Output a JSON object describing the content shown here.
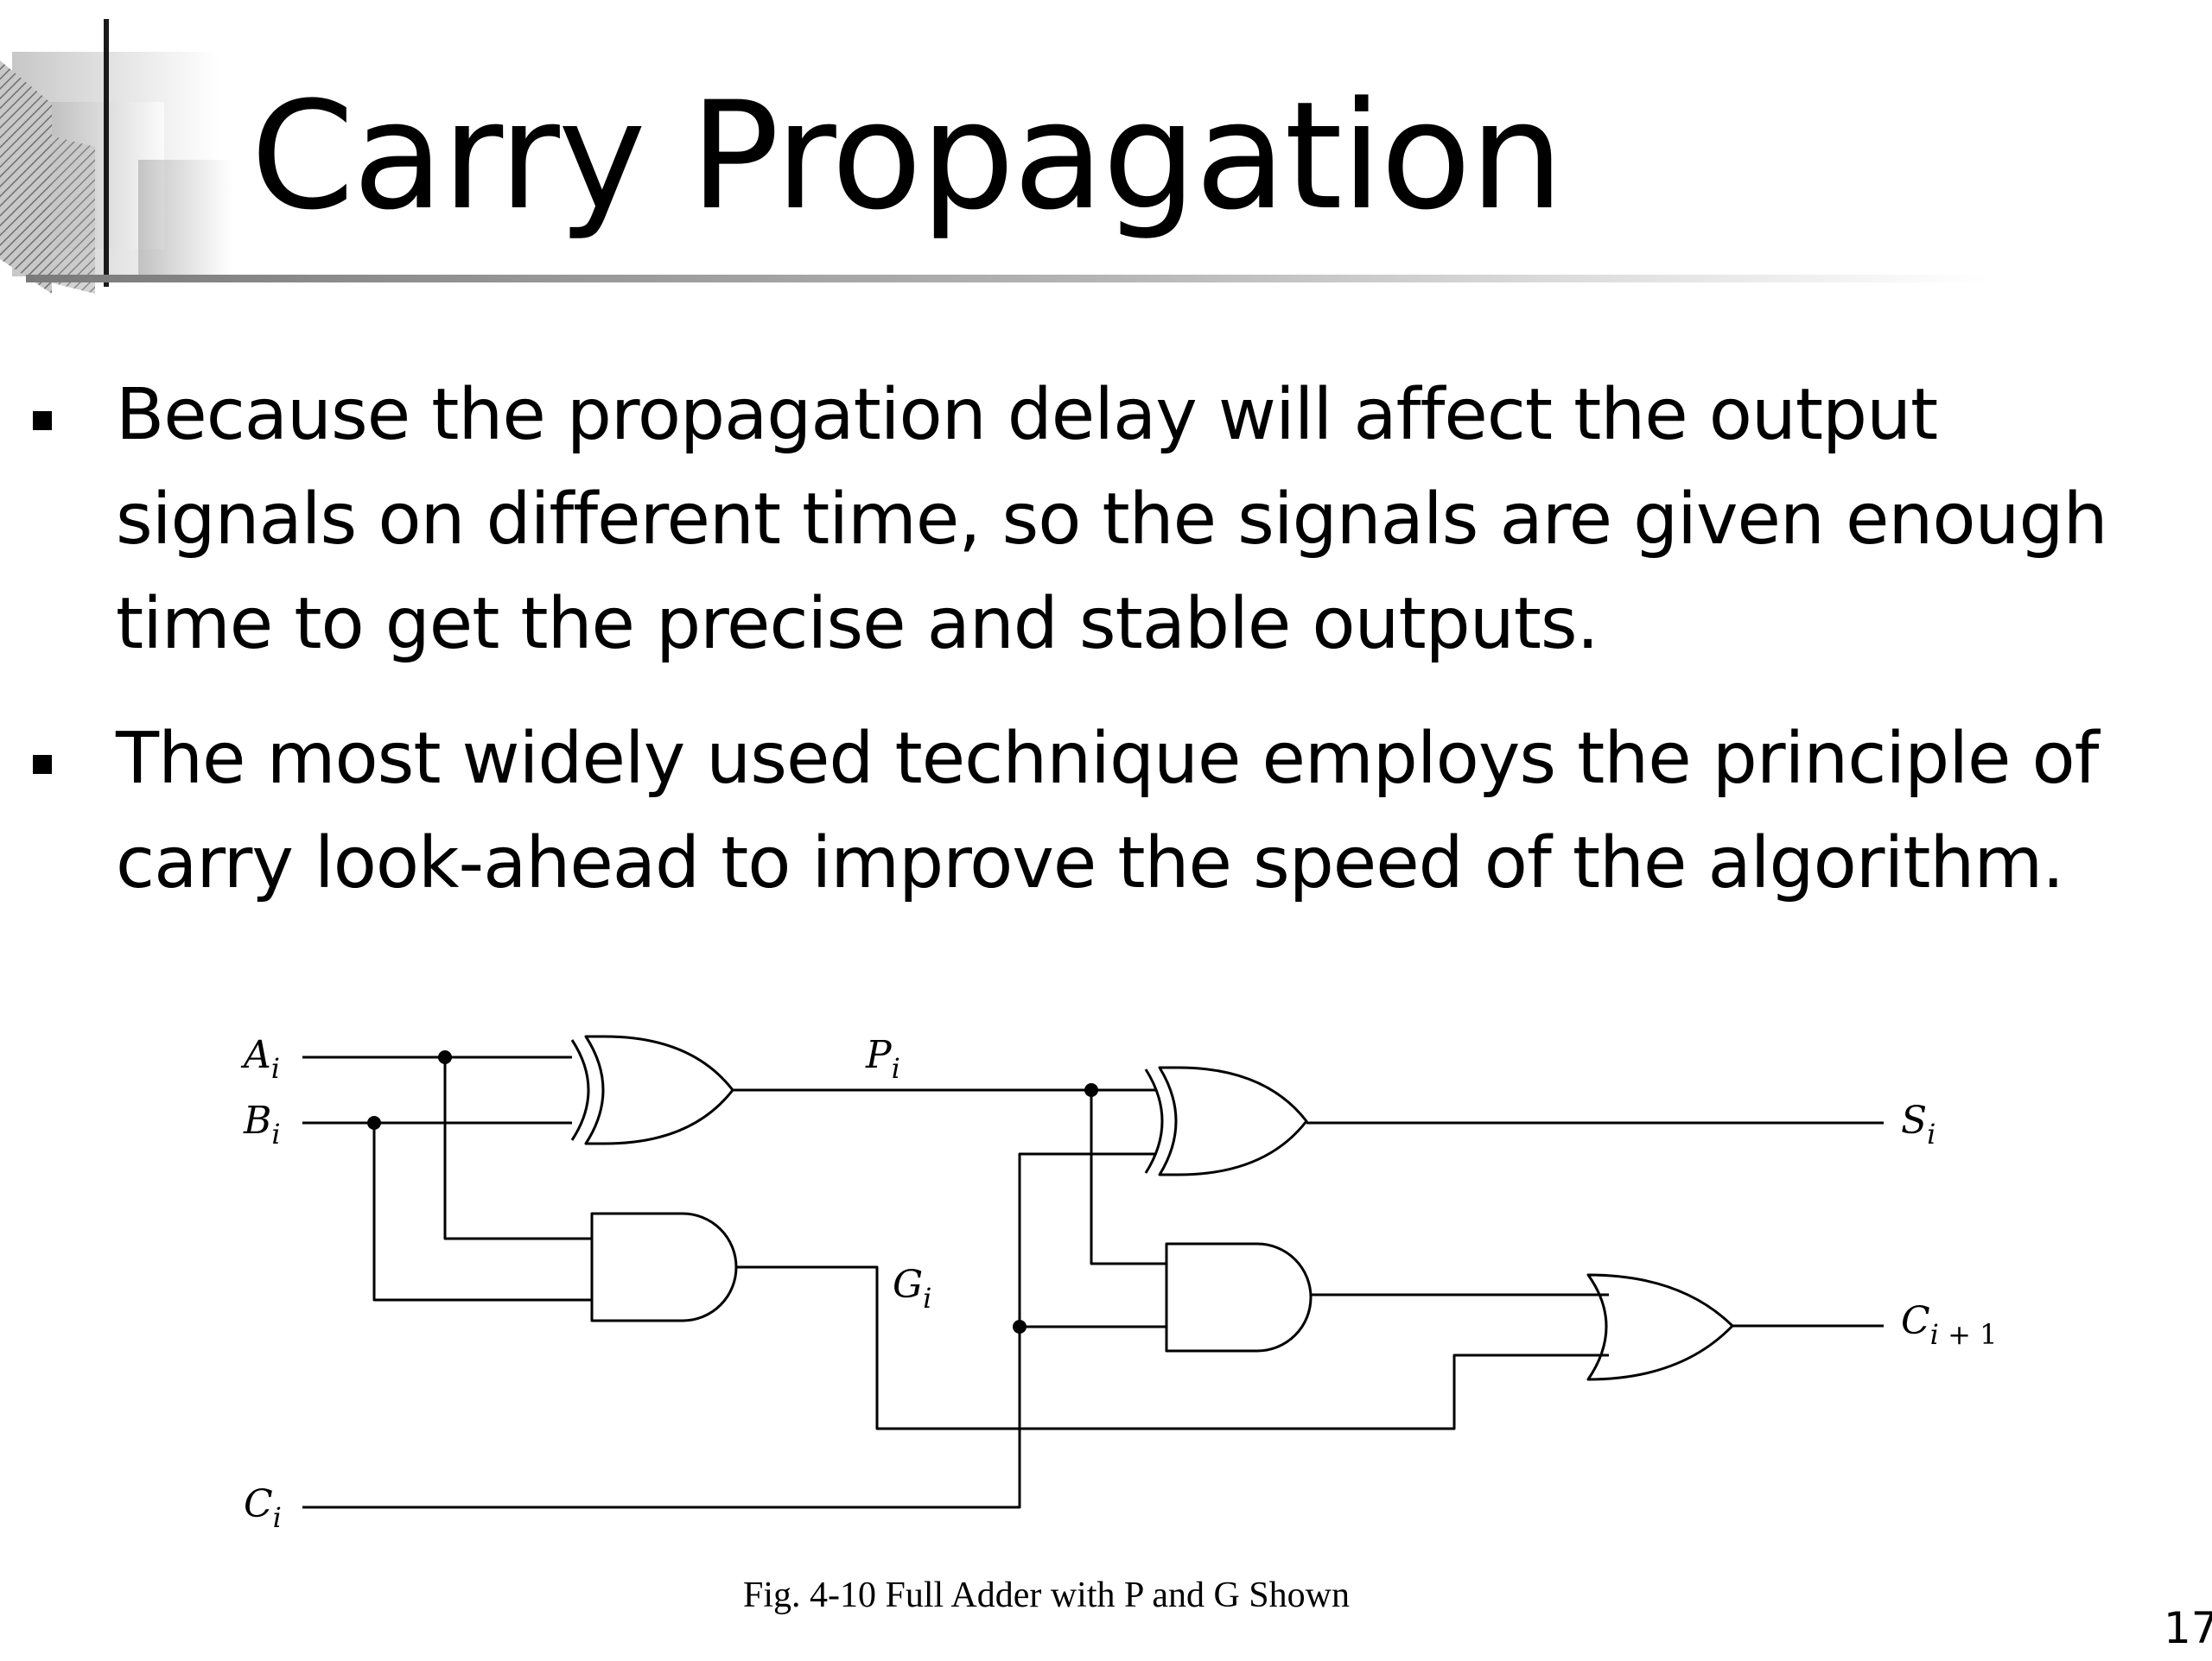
{
  "slide": {
    "title": "Carry Propagation",
    "bullets": [
      "Because the propagation delay will affect the output signals on different time, so the signals are given enough time to get the precise and stable outputs.",
      "The most widely used technique employs the principle of carry look-ahead to improve the speed of the algorithm."
    ],
    "page_number": "17"
  },
  "diagram": {
    "caption": "Fig. 4-10  Full Adder with P and G Shown",
    "labels": {
      "a_main": "A",
      "a_sub": "i",
      "b_main": "B",
      "b_sub": "i",
      "c_main": "C",
      "c_sub": "i",
      "p_main": "P",
      "p_sub": "i",
      "g_main": "G",
      "g_sub": "i",
      "s_main": "S",
      "s_sub": "i",
      "cout_main": "C",
      "cout_sub": "i",
      "cout_suffix": " + 1"
    },
    "gates": [
      "xor",
      "xor",
      "and",
      "and",
      "or"
    ]
  }
}
